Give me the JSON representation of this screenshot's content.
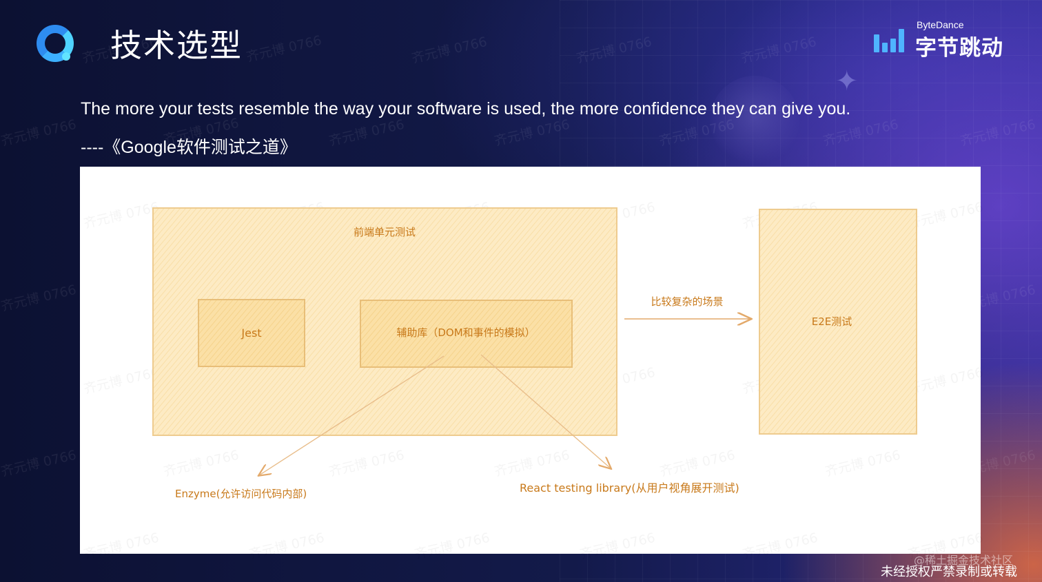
{
  "slide": {
    "title": "技术选型",
    "brand_en": "ByteDance",
    "brand_cn": "字节跳动",
    "quote": "The more your tests resemble the way your software is used, the more confidence they can give you.",
    "source": "----《Google软件测试之道》",
    "watermark_text": "齐元博 0766",
    "footer_site": "@稀土掘金技术社区",
    "footer_notice": "未经授权严禁录制或转载"
  },
  "diagram": {
    "unit_test_label": "前端单元测试",
    "jest_label": "Jest",
    "helper_label": "辅助库（DOM和事件的模拟）",
    "complex_label": "比较复杂的场景",
    "e2e_label": "E2E测试",
    "enzyme_label": "Enzyme(允许访问代码内部)",
    "rtl_label": "React testing library(从用户视角展开测试)"
  },
  "colors": {
    "box_fill": "#fde9bd",
    "box_stroke": "#edc98a",
    "text": "#c8791a",
    "arrow": "#e8b67a",
    "logo_blue": "#2e8cf0"
  }
}
